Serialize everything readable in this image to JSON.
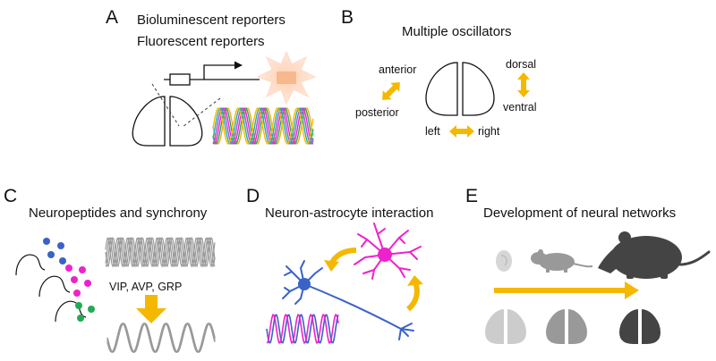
{
  "colors": {
    "arrow": "#f5b800",
    "pink": "#ee22cc",
    "blue": "#3a62c8",
    "green": "#22aa55",
    "teal": "#20b2aa",
    "purple": "#9b59d0",
    "orange": "#f5a623",
    "grey_light": "#cccccc",
    "grey_mid": "#999999",
    "grey_dark": "#444444"
  },
  "panels": {
    "a": {
      "letter": "A",
      "line1": "Bioluminescent reporters",
      "line2": "Fluorescent reporters"
    },
    "b": {
      "letter": "B",
      "title": "Multiple oscillators",
      "anterior": "anterior",
      "posterior": "posterior",
      "dorsal": "dorsal",
      "ventral": "ventral",
      "left": "left",
      "right": "right"
    },
    "c": {
      "letter": "C",
      "title": "Neuropeptides and synchrony",
      "peptides": "VIP, AVP, GRP"
    },
    "d": {
      "letter": "D",
      "title": "Neuron-astrocyte interaction"
    },
    "e": {
      "letter": "E",
      "title": "Development of neural networks"
    }
  }
}
